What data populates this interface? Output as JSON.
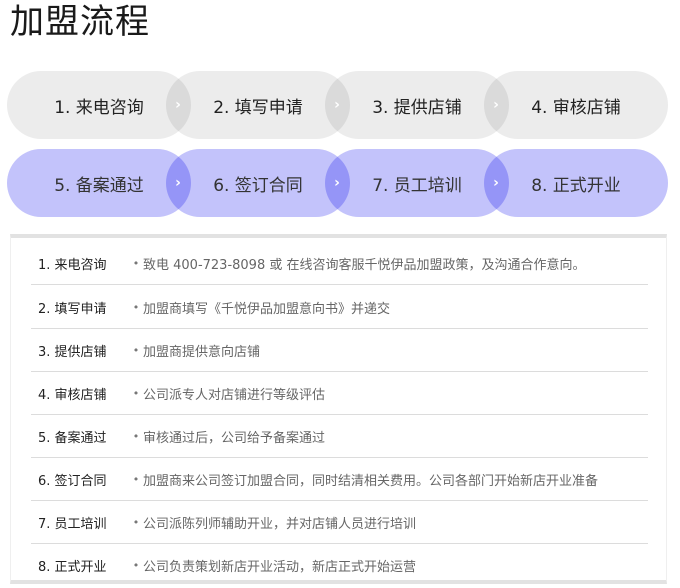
{
  "page": {
    "title": "加盟流程"
  },
  "colors": {
    "row1_pill": "#ececec",
    "row2_pill": "#c3c3fb",
    "row1_overlap": "#dcdcdc",
    "row2_overlap": "#9595e0",
    "border": "#e2e2e2"
  },
  "steps": [
    {
      "label": "1. 来电咨询"
    },
    {
      "label": "2. 填写申请"
    },
    {
      "label": "3. 提供店铺"
    },
    {
      "label": "4. 审核店铺"
    },
    {
      "label": "5. 备案通过"
    },
    {
      "label": "6. 签订合同"
    },
    {
      "label": "7. 员工培训"
    },
    {
      "label": "8. 正式开业"
    }
  ],
  "chevron_glyph": "›",
  "details": {
    "bullet": "•",
    "rows": [
      {
        "step": "1. 来电咨询",
        "desc": "致电 400-723-8098 或 在线咨询客服千悦伊品加盟政策，及沟通合作意向。"
      },
      {
        "step": "2. 填写申请",
        "desc": "加盟商填写《千悦伊品加盟意向书》并递交"
      },
      {
        "step": "3. 提供店铺",
        "desc": "加盟商提供意向店铺"
      },
      {
        "step": "4. 审核店铺",
        "desc": "公司派专人对店铺进行等级评估"
      },
      {
        "step": "5. 备案通过",
        "desc": "审核通过后，公司给予备案通过"
      },
      {
        "step": "6. 签订合同",
        "desc": "加盟商来公司签订加盟合同，同时结清相关费用。公司各部门开始新店开业准备"
      },
      {
        "step": "7. 员工培训",
        "desc": "公司派陈列师辅助开业，并对店铺人员进行培训"
      },
      {
        "step": "8. 正式开业",
        "desc": "公司负责策划新店开业活动，新店正式开始运营"
      }
    ]
  }
}
